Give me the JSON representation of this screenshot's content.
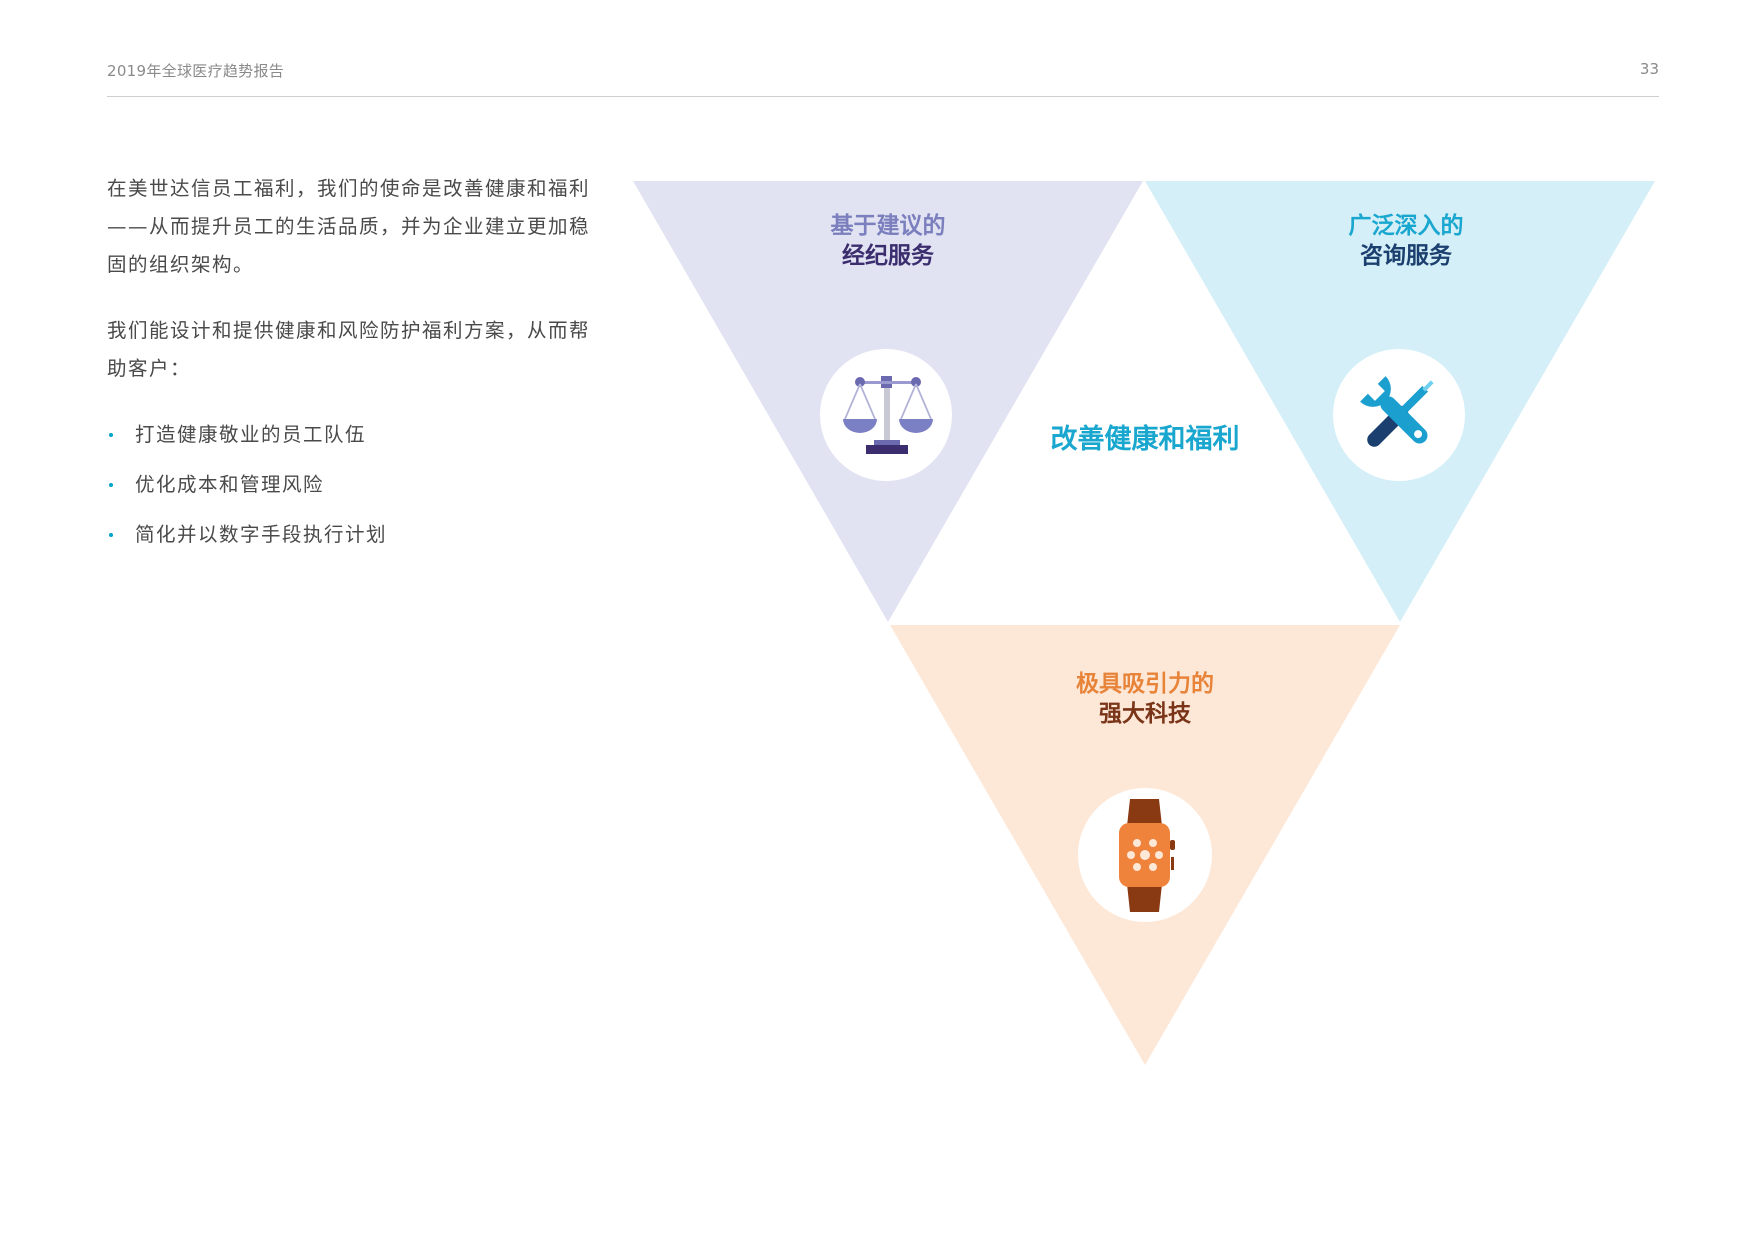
{
  "header": {
    "title": "2019年全球医疗趋势报告",
    "page_number": "33"
  },
  "intro": {
    "paragraph1": "在美世达信员工福利，我们的使命是改善健康和福利——从而提升员工的生活品质，并为企业建立更加稳固的组织架构。",
    "paragraph2": "我们能设计和提供健康和风险防护福利方案，从而帮助客户：",
    "bullets": [
      "打造健康敬业的员工队伍",
      "优化成本和管理风险",
      "简化并以数字手段执行计划"
    ]
  },
  "diagram": {
    "center_label": "改善健康和福利",
    "left": {
      "line1": "基于建议的",
      "line2": "经纪服务",
      "icon": "scales-icon",
      "color1": "#7b7fbd",
      "color2": "#3b2d6e",
      "bg": "#e1e3f3"
    },
    "right": {
      "line1": "广泛深入的",
      "line2": "咨询服务",
      "icon": "tools-icon",
      "color1": "#1aa7cf",
      "color2": "#1b3f6e",
      "bg": "#d4eff8"
    },
    "bottom": {
      "line1": "极具吸引力的",
      "line2": "强大科技",
      "icon": "smartwatch-icon",
      "color1": "#e8843a",
      "color2": "#7a3518",
      "bg": "#fde8d8"
    },
    "center_color": "#1aa7cf"
  }
}
